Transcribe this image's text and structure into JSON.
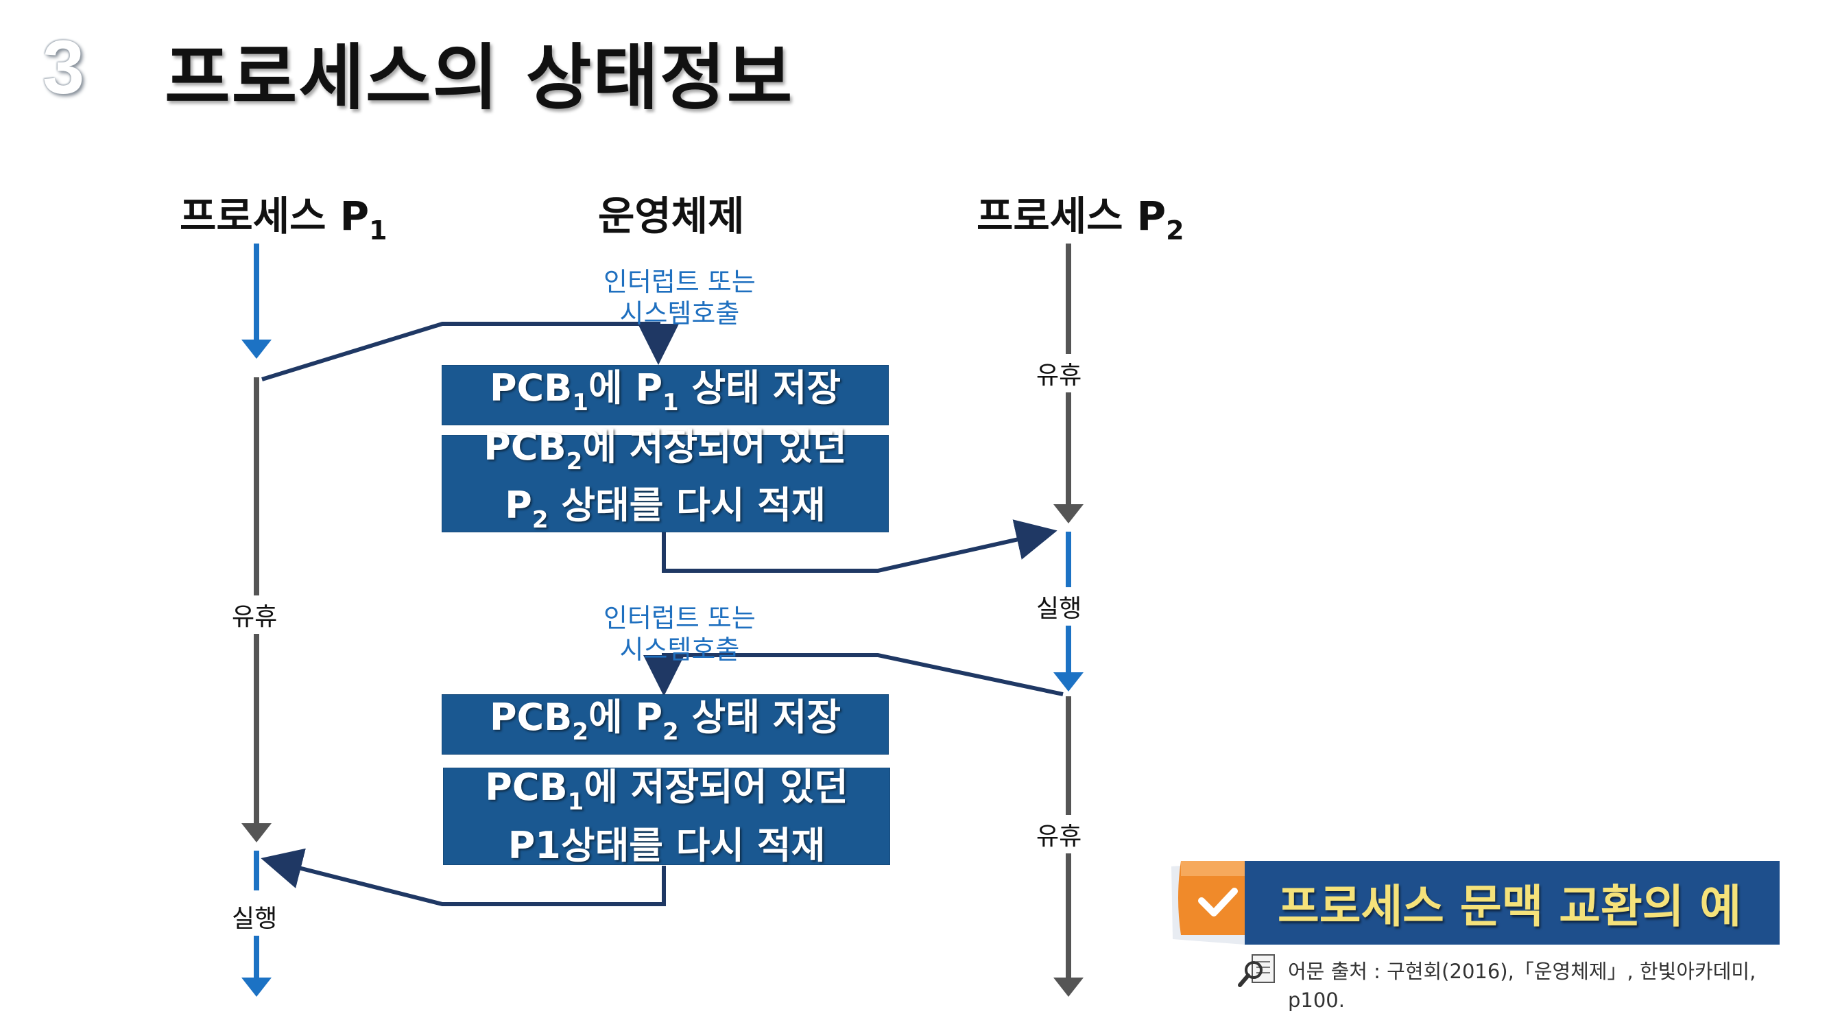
{
  "slide": {
    "number": "3",
    "title": "프로세스의 상태정보"
  },
  "columns": {
    "p1": {
      "name": "프로세스 P",
      "sub": "1"
    },
    "os": {
      "name": "운영체제"
    },
    "p2": {
      "name": "프로세스 P",
      "sub": "2"
    }
  },
  "labels": {
    "interrupt_1_line1": "인터럽트 또는",
    "interrupt_1_line2": "시스템호출",
    "interrupt_2_line1": "인터럽트 또는",
    "interrupt_2_line2": "시스템호출",
    "p2_idle_1": "유휴",
    "p2_run": "실행",
    "p2_idle_2": "유휴",
    "p1_idle": "유휴",
    "p1_run": "실행"
  },
  "boxes": {
    "save_p1": {
      "pre": "PCB",
      "pre_sub": "1",
      "mid": "에 P",
      "mid_sub": "1",
      "post": " 상태 저장"
    },
    "restore_p2": {
      "line1_pre": "PCB",
      "line1_sub": "2",
      "line1_post": "에 저장되어 있던",
      "line2_pre": "P",
      "line2_sub": "2",
      "line2_post": " 상태를 다시 적재"
    },
    "save_p2": {
      "pre": "PCB",
      "pre_sub": "2",
      "mid": "에 P",
      "mid_sub": "2",
      "post": " 상태 저장"
    },
    "restore_p1": {
      "line1_pre": "PCB",
      "line1_sub": "1",
      "line1_post": "에 저장되어 있던",
      "line2": "P1상태를 다시 적재"
    }
  },
  "caption": {
    "text": "프로세스 문맥 교환의 예",
    "icon": "check-icon"
  },
  "source": {
    "icon": "magnifier-document-icon",
    "line1": "어문 출처 : 구현회(2016),「운영체제」, 한빛아카데미,",
    "line2": "p100."
  },
  "colors": {
    "blue_box": "#1a5891",
    "blue_arrow": "#1c72c4",
    "gray_arrow": "#555555",
    "navy_line": "#1f3864",
    "banner_bg": "#1e4f8c",
    "banner_text": "#f5e27a",
    "tab_orange": "#f08a2a"
  }
}
